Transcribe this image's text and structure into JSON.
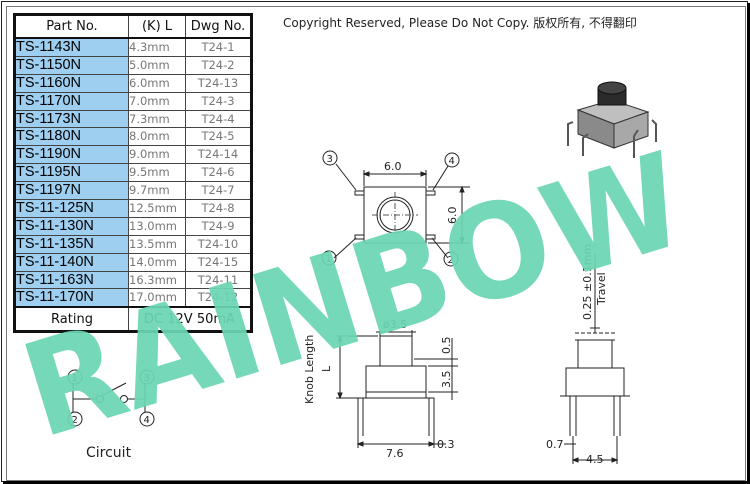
{
  "header": {
    "col_part": "Part No.",
    "col_length": "(K) L",
    "col_dwg": "Dwg No.",
    "copyright": "Copyright Reserved, Please Do Not Copy. 版权所有, 不得翻印"
  },
  "rows": [
    {
      "part": "TS-1143N",
      "length": "4.3mm",
      "dwg": "T24-1"
    },
    {
      "part": "TS-1150N",
      "length": "5.0mm",
      "dwg": "T24-2"
    },
    {
      "part": "TS-1160N",
      "length": "6.0mm",
      "dwg": "T24-13"
    },
    {
      "part": "TS-1170N",
      "length": "7.0mm",
      "dwg": "T24-3"
    },
    {
      "part": "TS-1173N",
      "length": "7.3mm",
      "dwg": "T24-4"
    },
    {
      "part": "TS-1180N",
      "length": "8.0mm",
      "dwg": "T24-5"
    },
    {
      "part": "TS-1190N",
      "length": "9.0mm",
      "dwg": "T24-14"
    },
    {
      "part": "TS-1195N",
      "length": "9.5mm",
      "dwg": "T24-6"
    },
    {
      "part": "TS-1197N",
      "length": "9.7mm",
      "dwg": "T24-7"
    },
    {
      "part": "TS-11-125N",
      "length": "12.5mm",
      "dwg": "T24-8"
    },
    {
      "part": "TS-11-130N",
      "length": "13.0mm",
      "dwg": "T24-9"
    },
    {
      "part": "TS-11-135N",
      "length": "13.5mm",
      "dwg": "T24-10"
    },
    {
      "part": "TS-11-140N",
      "length": "14.0mm",
      "dwg": "T24-15"
    },
    {
      "part": "TS-11-163N",
      "length": "16.3mm",
      "dwg": "T24-11"
    },
    {
      "part": "TS-11-170N",
      "length": "17.0mm",
      "dwg": "T24-12"
    }
  ],
  "rating": {
    "label": "Rating",
    "value": "DC 12V 50mA"
  },
  "watermark": "RAINBOW",
  "circuit": {
    "label": "Circuit",
    "pins": [
      "1",
      "2",
      "3",
      "4"
    ]
  },
  "top_view": {
    "width": "6.0",
    "height": "6.0",
    "pins": [
      "1",
      "2",
      "3",
      "4"
    ]
  },
  "side_view": {
    "knob_dia": "ø3.5",
    "knob_label": "Knob Length",
    "knob_letter": "L",
    "dim_top": "0.5",
    "dim_body": "3.5",
    "dim_width": "7.6",
    "dim_pin": "0.3"
  },
  "front_view": {
    "travel": "0.25 ±0.1mm",
    "travel_label": "Travel",
    "dim_pin": "0.7",
    "dim_pitch": "4.5"
  },
  "colors": {
    "watermark": "#6bd6b4",
    "table_highlight": "#9fcff0"
  }
}
